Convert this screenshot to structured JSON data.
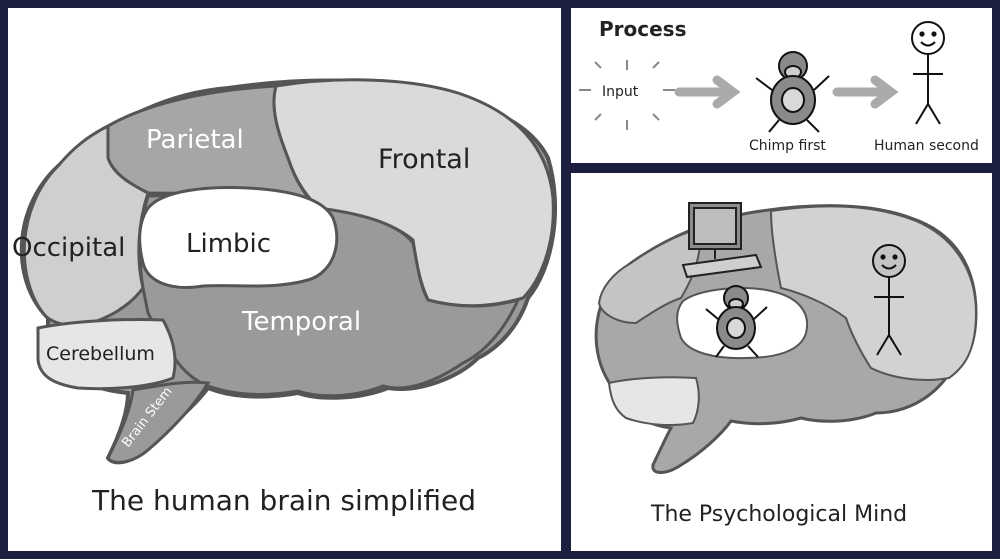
{
  "left_panel": {
    "caption": "The human brain simplified",
    "regions": {
      "parietal": "Parietal",
      "frontal": "Frontal",
      "occipital": "Occipital",
      "limbic": "Limbic",
      "temporal": "Temporal",
      "cerebellum": "Cerebellum",
      "brain_stem": "Brain Stem"
    }
  },
  "process_panel": {
    "title": "Process",
    "input_label": "Input",
    "chimp_label": "Chimp first",
    "human_label": "Human second"
  },
  "mind_panel": {
    "caption": "The Psychological Mind"
  },
  "colors": {
    "border": "#1d1f3f",
    "brain_outline": "#555555",
    "dark_region": "#9a9a9a",
    "mid_region": "#c4c4c4",
    "light_region": "#dadada",
    "limbic": "#ffffff"
  }
}
